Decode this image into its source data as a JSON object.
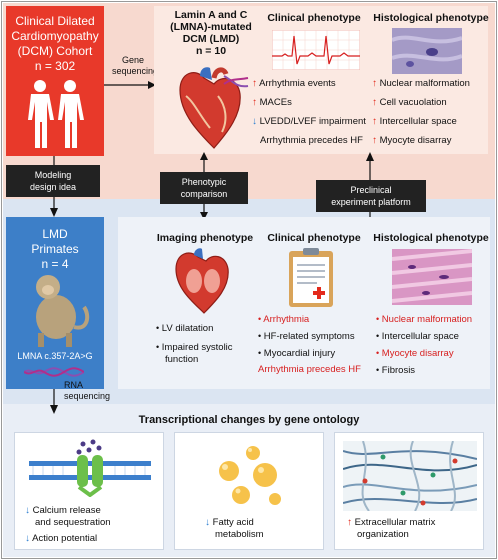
{
  "cohort": {
    "title_lines": [
      "Clinical Dilated",
      "Cardiomyopathy",
      "(DCM) Cohort",
      "n = 302"
    ]
  },
  "gene_seq": {
    "lines": [
      "Gene",
      "sequencing"
    ]
  },
  "lmd": {
    "title_lines": [
      "Lamin A and C",
      "(LMNA)-mutated",
      "DCM (LMD)",
      "n = 10"
    ]
  },
  "top_clinical": {
    "header": "Clinical phenotype",
    "items": [
      {
        "text": "Arrhythmia events",
        "arrow": "up"
      },
      {
        "text": "MACEs",
        "arrow": "up"
      },
      {
        "text": "LVEDD/LVEF impairment",
        "arrow": "down"
      },
      {
        "text": "Arrhythmia precedes HF",
        "arrow": "none"
      }
    ]
  },
  "top_histo": {
    "header": "Histological phenotype",
    "items": [
      {
        "text": "Nuclear malformation",
        "arrow": "up"
      },
      {
        "text": "Cell vacuolation",
        "arrow": "up"
      },
      {
        "text": "Intercellular space",
        "arrow": "up"
      },
      {
        "text": "Myocyte disarray",
        "arrow": "up"
      }
    ]
  },
  "modeling": {
    "lines": [
      "Modeling",
      "design idea"
    ]
  },
  "phenotypic": {
    "lines": [
      "Phenotypic",
      "comparison"
    ]
  },
  "preclinical": {
    "lines": [
      "Preclinical",
      "experiment platform"
    ]
  },
  "primates": {
    "title_lines": [
      "LMD",
      "Primates",
      "n = 4"
    ],
    "mutation": "LMNA c.357-2A>G"
  },
  "imaging": {
    "header": "Imaging phenotype",
    "items": [
      "LV dilatation",
      "Impaired systolic",
      "function"
    ]
  },
  "mid_clinical": {
    "header": "Clinical phenotype",
    "items": [
      {
        "text": "Arrhythmia",
        "color": "#d71f1f",
        "bullet": true
      },
      {
        "text": "HF-related symptoms",
        "color": "#111111",
        "bullet": true
      },
      {
        "text": "Myocardial injury",
        "color": "#111111",
        "bullet": true
      },
      {
        "text": "Arrhythmia precedes HF",
        "color": "#d71f1f",
        "bullet": false
      }
    ]
  },
  "mid_histo": {
    "header": "Histological phenotype",
    "items": [
      {
        "text": "Nuclear malformation",
        "color": "#d71f1f"
      },
      {
        "text": "Intercellular space",
        "color": "#111111"
      },
      {
        "text": "Myocyte disarray",
        "color": "#d71f1f"
      },
      {
        "text": "Fibrosis",
        "color": "#111111"
      }
    ]
  },
  "rna": {
    "lines": [
      "RNA",
      "sequencing"
    ]
  },
  "transcription": {
    "title": "Transcriptional changes by gene ontology",
    "cell1": [
      "Calcium release",
      "and sequestration",
      "Action potential"
    ],
    "cell2": [
      "Fatty acid",
      "metabolism"
    ],
    "cell3": [
      "Extracellular matrix",
      "organization"
    ]
  }
}
